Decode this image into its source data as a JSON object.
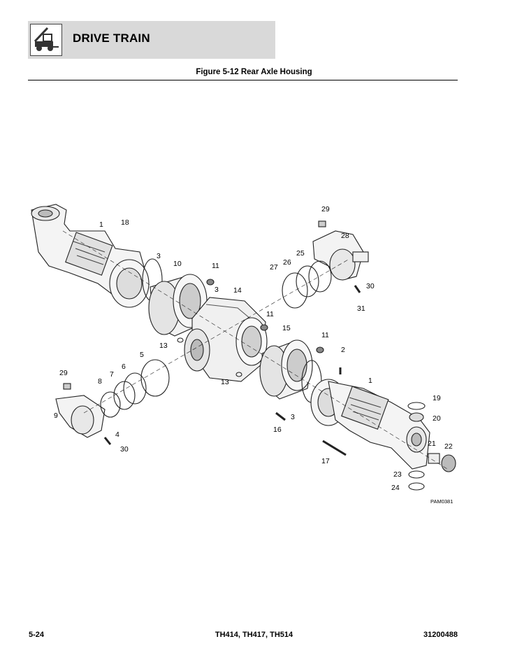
{
  "header": {
    "section_title": "DRIVE TRAIN",
    "icon": "forklift-icon"
  },
  "figure": {
    "title": "Figure 5-12 Rear Axle Housing",
    "drawing_id": "PAM0381",
    "callouts": [
      "1",
      "18",
      "3",
      "10",
      "11",
      "3",
      "14",
      "11",
      "15",
      "11",
      "2",
      "1",
      "29",
      "28",
      "25",
      "26",
      "27",
      "30",
      "31",
      "13",
      "13",
      "5",
      "6",
      "7",
      "8",
      "29",
      "9",
      "4",
      "30",
      "16",
      "3",
      "17",
      "19",
      "20",
      "21",
      "22",
      "23",
      "24"
    ]
  },
  "footer": {
    "page": "5-24",
    "models": "TH414, TH417, TH514",
    "doc_number": "31200488"
  }
}
